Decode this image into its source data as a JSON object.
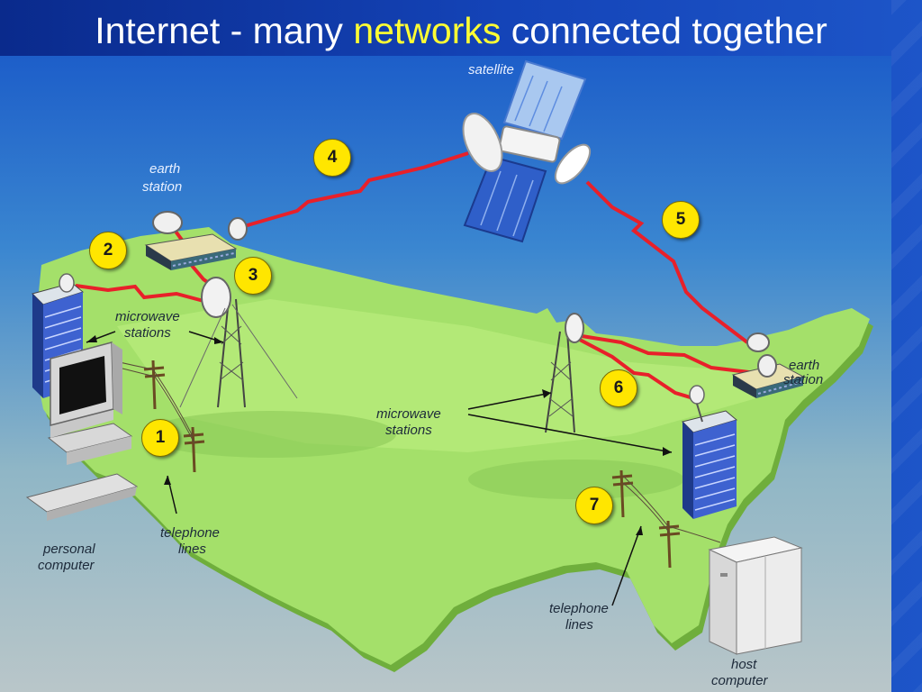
{
  "slide": {
    "title_before": "Internet - many ",
    "title_highlight": "networks",
    "title_after": " connected together"
  },
  "colors": {
    "accent_highlight": "#ffff33",
    "signal": "#e8202a",
    "land": "#a4e06a",
    "badge": "#ffe600"
  },
  "labels": {
    "satellite": "satellite",
    "earth_station_west_l1": "earth",
    "earth_station_west_l2": "station",
    "earth_station_east_l1": "earth",
    "earth_station_east_l2": "station",
    "microwave_west_l1": "microwave",
    "microwave_west_l2": "stations",
    "microwave_east_l1": "microwave",
    "microwave_east_l2": "stations",
    "telephone_west_l1": "telephone",
    "telephone_west_l2": "lines",
    "telephone_east_l1": "telephone",
    "telephone_east_l2": "lines",
    "personal_computer_l1": "personal",
    "personal_computer_l2": "computer",
    "host_computer_l1": "host",
    "host_computer_l2": "computer"
  },
  "steps": [
    "1",
    "2",
    "3",
    "4",
    "5",
    "6",
    "7"
  ]
}
